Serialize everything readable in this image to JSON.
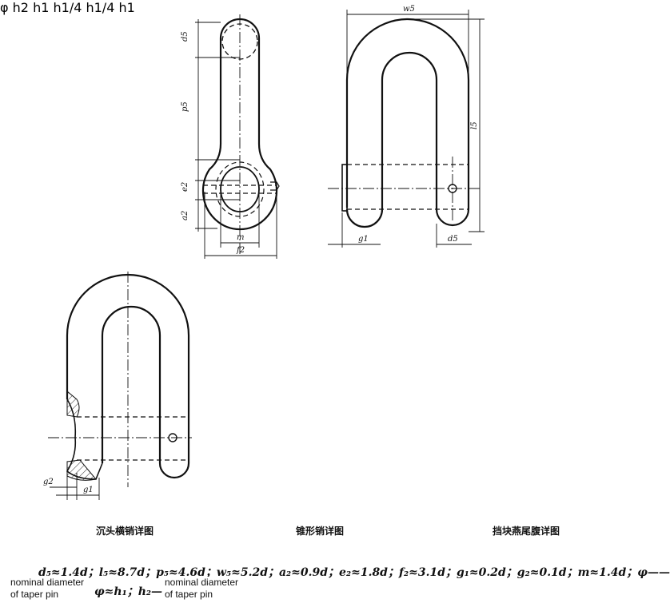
{
  "dim_labels": {
    "d5": "d5",
    "p5": "p5",
    "e2": "e2",
    "a2": "a2",
    "m": "m",
    "f2": "f2",
    "w5": "w5",
    "l5": "l5",
    "g1": "g1",
    "g2": "g2",
    "phi": "φ",
    "h1": "h1",
    "h2": "h2",
    "h1_4": "h1/4"
  },
  "captions": {
    "countersunk": "沉头横销详图",
    "taper": "锥形销详图",
    "block": "挡块燕尾腹详图"
  },
  "formula_line1": "d₅≈1.4d；l₅≈8.7d；p₅≈4.6d；w₅≈5.2d；a₂≈0.9d；e₂≈1.8d；f₂≈3.1d；g₁≈0.2d；g₂≈0.1d；m≈1.4d；φ——",
  "formula_line2": "φ≈h₁；h₂—",
  "note1": [
    "nominal diameter",
    "of taper pin"
  ],
  "note2": [
    "nominal diameter",
    "of taper pin"
  ]
}
